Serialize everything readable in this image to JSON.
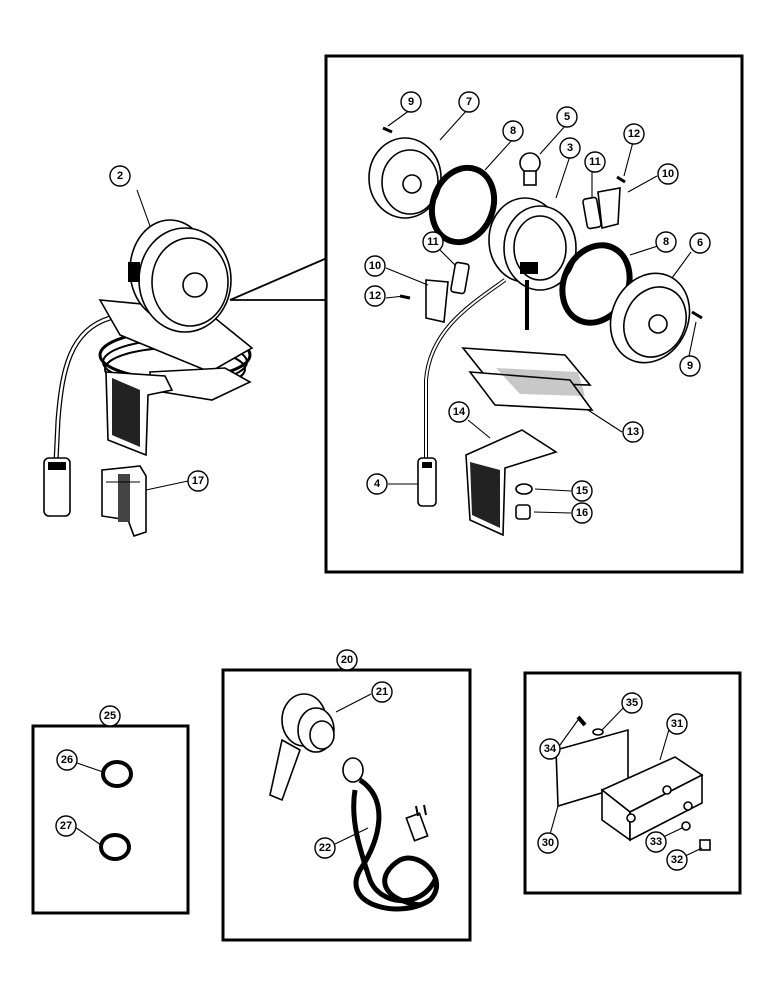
{
  "diagram": {
    "callouts": {
      "c2": "2",
      "c9a": "9",
      "c7": "7",
      "c8a": "8",
      "c5": "5",
      "c3": "3",
      "c12a": "12",
      "c11a": "11",
      "c10a": "10",
      "c8b": "8",
      "c6": "6",
      "c11b": "11",
      "c10b": "10",
      "c12b": "12",
      "c9b": "9",
      "c13": "13",
      "c14": "14",
      "c4": "4",
      "c15": "15",
      "c16": "16",
      "c17": "17",
      "c20": "20",
      "c21": "21",
      "c22": "22",
      "c25": "25",
      "c26": "26",
      "c27": "27",
      "c30": "30",
      "c31": "31",
      "c32": "32",
      "c33": "33",
      "c34": "34",
      "c35": "35"
    }
  }
}
